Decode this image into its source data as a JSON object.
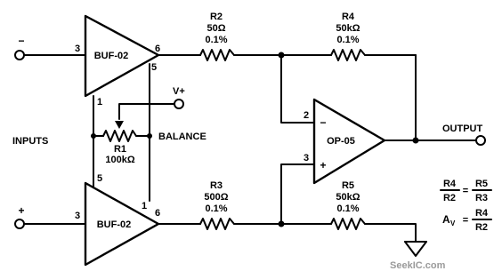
{
  "inputs": {
    "label": "INPUTS",
    "inverting_sign": "−",
    "noninverting_sign": "+"
  },
  "buffers": {
    "top": {
      "name": "BUF-02",
      "pin_in": "3",
      "pin_out": "6",
      "pin_bal_a": "5",
      "pin_bal_b": "1"
    },
    "bottom": {
      "name": "BUF-02",
      "pin_in": "3",
      "pin_out": "6",
      "pin_bal_a": "5",
      "pin_bal_b": "1"
    }
  },
  "balance": {
    "label": "BALANCE",
    "supply": "V+",
    "r1_name": "R1",
    "r1_value": "100kΩ"
  },
  "resistors": {
    "r2": {
      "name": "R2",
      "value": "50Ω",
      "tol": "0.1%"
    },
    "r3": {
      "name": "R3",
      "value": "500Ω",
      "tol": "0.1%"
    },
    "r4": {
      "name": "R4",
      "value": "50kΩ",
      "tol": "0.1%"
    },
    "r5": {
      "name": "R5",
      "value": "50kΩ",
      "tol": "0.1%"
    }
  },
  "opamp": {
    "name": "OP-05",
    "pin_inv": "2",
    "pin_noninv": "3",
    "inv_sign": "−",
    "noninv_sign": "+"
  },
  "output": {
    "label": "OUTPUT"
  },
  "equations": {
    "ratio_left_num": "R4",
    "ratio_left_den": "R2",
    "equals": "=",
    "ratio_right_num": "R5",
    "ratio_right_den": "R3",
    "gain_symbol": "A",
    "gain_sub": "V",
    "gain_num": "R4",
    "gain_den": "R2"
  },
  "watermark": "SeekIC.com"
}
